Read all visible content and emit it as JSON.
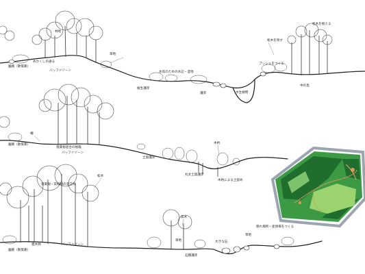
{
  "sections": [
    {
      "id": "upper",
      "labels": [
        {
          "key": "forest",
          "text": "林地"
        },
        {
          "key": "grass",
          "text": "草地"
        },
        {
          "key": "path",
          "text": "園路（散策路）"
        },
        {
          "key": "nostalgic-path",
          "text": "めかくしの通る"
        },
        {
          "key": "buffer",
          "text": "バッファゾーン"
        },
        {
          "key": "water-plants",
          "text": "水鳥のための水辺・湿地"
        },
        {
          "key": "revetment",
          "text": "護岸"
        },
        {
          "key": "plant-revetment",
          "text": "植生護岸"
        },
        {
          "key": "emergent",
          "text": "水生植物"
        },
        {
          "key": "bush",
          "text": "ブッシュをつくる"
        },
        {
          "key": "pine-plant",
          "text": "松木を植える"
        },
        {
          "key": "pine-leave",
          "text": "松木を残す"
        },
        {
          "key": "island",
          "text": "中の島"
        }
      ]
    },
    {
      "id": "middle",
      "labels": [
        {
          "key": "hedge",
          "text": "柵"
        },
        {
          "key": "path",
          "text": "園路（散策路）"
        },
        {
          "key": "native",
          "text": "落葉樹混合の植栽"
        },
        {
          "key": "buffer",
          "text": "バッファゾーン"
        },
        {
          "key": "stone",
          "text": "木杭"
        },
        {
          "key": "shore",
          "text": "土留護岸"
        },
        {
          "key": "log-revetment",
          "text": "丸太土留護岸"
        },
        {
          "key": "stake-stop",
          "text": "木杭による土留め"
        }
      ]
    },
    {
      "id": "lower",
      "labels": [
        {
          "key": "deciduous",
          "text": "落葉樹・常緑樹の混交林"
        },
        {
          "key": "pine",
          "text": "松木"
        },
        {
          "key": "miscellaneous",
          "text": "雑木林"
        },
        {
          "key": "buffer",
          "text": "バッファゾーン"
        },
        {
          "key": "path",
          "text": "園路（散策路）"
        },
        {
          "key": "grass",
          "text": "草地"
        },
        {
          "key": "tall-tree",
          "text": "高木"
        },
        {
          "key": "big-stone",
          "text": "大きな石"
        },
        {
          "key": "grass2",
          "text": "草地"
        },
        {
          "key": "biotope",
          "text": "隠れ場所・産卵場をつくる"
        },
        {
          "key": "revetment",
          "text": "石積護岸"
        }
      ]
    }
  ],
  "colors": {
    "map_dark": "#1f6e2e",
    "map_mid": "#3c9a44",
    "map_light": "#7cc36b",
    "map_lawn": "#9bd36f",
    "map_path": "#d99a5a",
    "map_border": "#9aa5b0",
    "ink": "#1e1e1e"
  }
}
